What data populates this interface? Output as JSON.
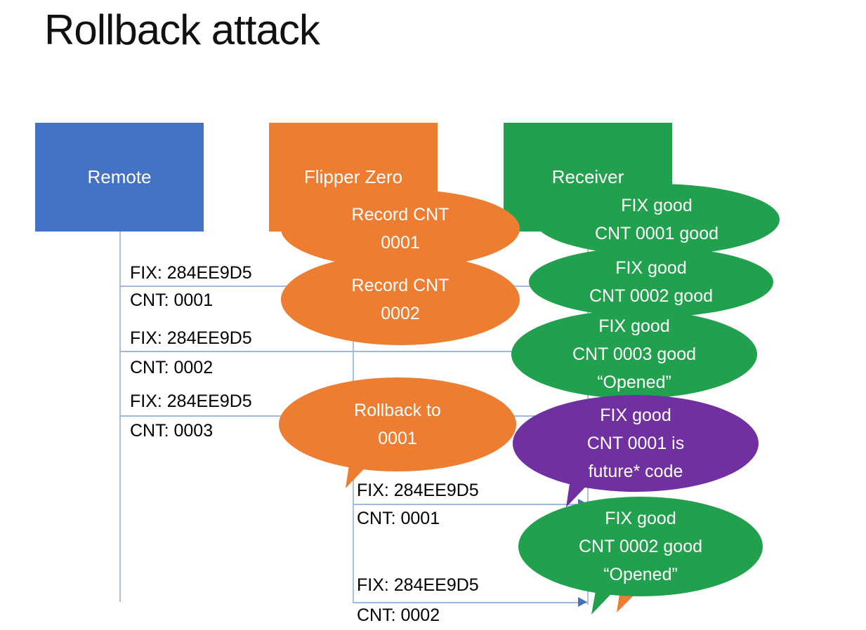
{
  "title": "Rollback attack",
  "palette": {
    "blue": "#4472C4",
    "orange": "#ED7D31",
    "green": "#21A14D",
    "purple": "#7030A0"
  },
  "actors": {
    "remote": {
      "label": "Remote"
    },
    "flipper": {
      "label": "Flipper Zero"
    },
    "receiver": {
      "label": "Receiver"
    }
  },
  "messages": [
    {
      "fix": "FIX: 284EE9D5",
      "cnt": "CNT: 0001"
    },
    {
      "fix": "FIX: 284EE9D5",
      "cnt": "CNT: 0002"
    },
    {
      "fix": "FIX: 284EE9D5",
      "cnt": "CNT: 0003"
    },
    {
      "fix": "FIX: 284EE9D5",
      "cnt": "CNT: 0001"
    },
    {
      "fix": "FIX: 284EE9D5",
      "cnt": "CNT: 0002"
    }
  ],
  "bubbles": [
    {
      "color": "orange",
      "lines": [
        "Record CNT",
        "0001"
      ]
    },
    {
      "color": "green",
      "lines": [
        "FIX good",
        "CNT 0001 good"
      ]
    },
    {
      "color": "orange",
      "lines": [
        "Record CNT",
        "0002"
      ]
    },
    {
      "color": "green",
      "lines": [
        "FIX good",
        "CNT 0002 good"
      ]
    },
    {
      "color": "green",
      "lines": [
        "FIX good",
        "CNT 0003 good",
        "“Opened”"
      ]
    },
    {
      "color": "orange",
      "lines": [
        "Rollback to",
        "0001"
      ]
    },
    {
      "color": "purple",
      "lines": [
        "FIX good",
        "CNT 0001 is",
        "future* code"
      ]
    },
    {
      "color": "green",
      "lines": [
        "FIX good",
        "CNT 0002 good",
        "“Opened”"
      ]
    }
  ]
}
